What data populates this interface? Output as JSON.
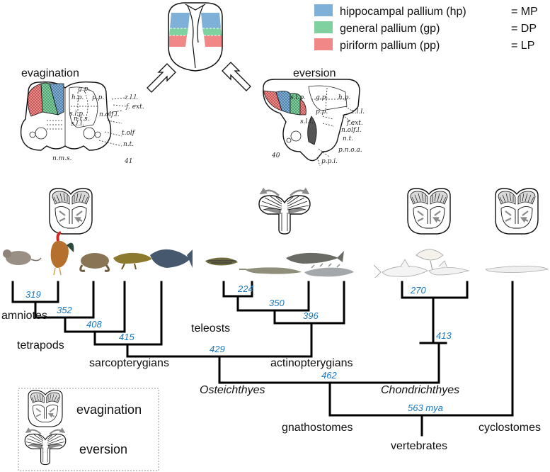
{
  "legend": {
    "items": [
      {
        "label": "hippocampal pallium (hp)",
        "eq": "= MP",
        "color": "#7fb0d8"
      },
      {
        "label": "general pallium (gp)",
        "eq": "= DP",
        "color": "#7fd1a0"
      },
      {
        "label": "piriform pallium (pp)",
        "eq": "= LP",
        "color": "#f08888"
      }
    ]
  },
  "sections": {
    "evagination_title": "evagination",
    "eversion_title": "eversion",
    "evagination_number": "41",
    "eversion_number": "40",
    "evagination_labels": [
      "h.p.",
      "g.p.",
      "p.p.",
      "z.l.l.",
      "f. ext.",
      "s.l.p.",
      "n.olf.l.",
      "s.l.l.",
      "n.t.s.",
      "t.olf",
      "n.t.",
      "n.m.s."
    ],
    "eversion_labels": [
      "s.l.p.",
      "g.p.",
      "h.p.",
      "z.l.l.",
      "p.p.",
      "s.l.l.",
      "f.ext.",
      "n.olf.l.",
      "n.t.",
      "p.n.o.a.",
      "p.p.i."
    ]
  },
  "tree": {
    "numbers": [
      "319",
      "352",
      "408",
      "415",
      "429",
      "224",
      "350",
      "396",
      "270",
      "413",
      "462",
      "563 mya"
    ],
    "labels": {
      "amniotes": "amniotes",
      "tetrapods": "tetrapods",
      "sarcopterygians": "sarcopterygians",
      "teleosts": "teleosts",
      "actinopterygians": "actinopterygians",
      "osteichthyes": "Osteichthyes",
      "chondrichthyes": "Chondrichthyes",
      "gnathostomes": "gnathostomes",
      "vertebrates": "vertebrates",
      "cyclostomes": "cyclostomes"
    }
  },
  "key": {
    "evagination": "evagination",
    "eversion": "eversion"
  },
  "colors": {
    "branch_numbers": "#1a78c2",
    "arrow_gray": "#8a8a8a"
  }
}
